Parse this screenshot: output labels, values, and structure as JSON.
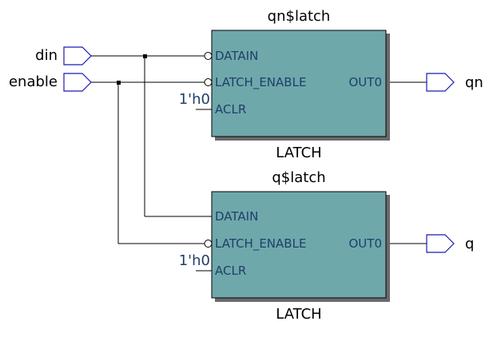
{
  "inputs": {
    "din": "din",
    "enable": "enable"
  },
  "outputs": {
    "qn": "qn",
    "q": "q"
  },
  "blocks": [
    {
      "instance": "qn$latch",
      "type": "LATCH",
      "pins": {
        "datain": "DATAIN",
        "latch_enable": "LATCH_ENABLE",
        "aclr": "ACLR",
        "out": "OUT0"
      },
      "aclr_const": "1'h0"
    },
    {
      "instance": "q$latch",
      "type": "LATCH",
      "pins": {
        "datain": "DATAIN",
        "latch_enable": "LATCH_ENABLE",
        "aclr": "ACLR",
        "out": "OUT0"
      },
      "aclr_const": "1'h0"
    }
  ],
  "colors": {
    "block_fill": "#6fa8ab",
    "port_stroke": "#1a1ab4",
    "pin_text": "#1f3f6a"
  }
}
